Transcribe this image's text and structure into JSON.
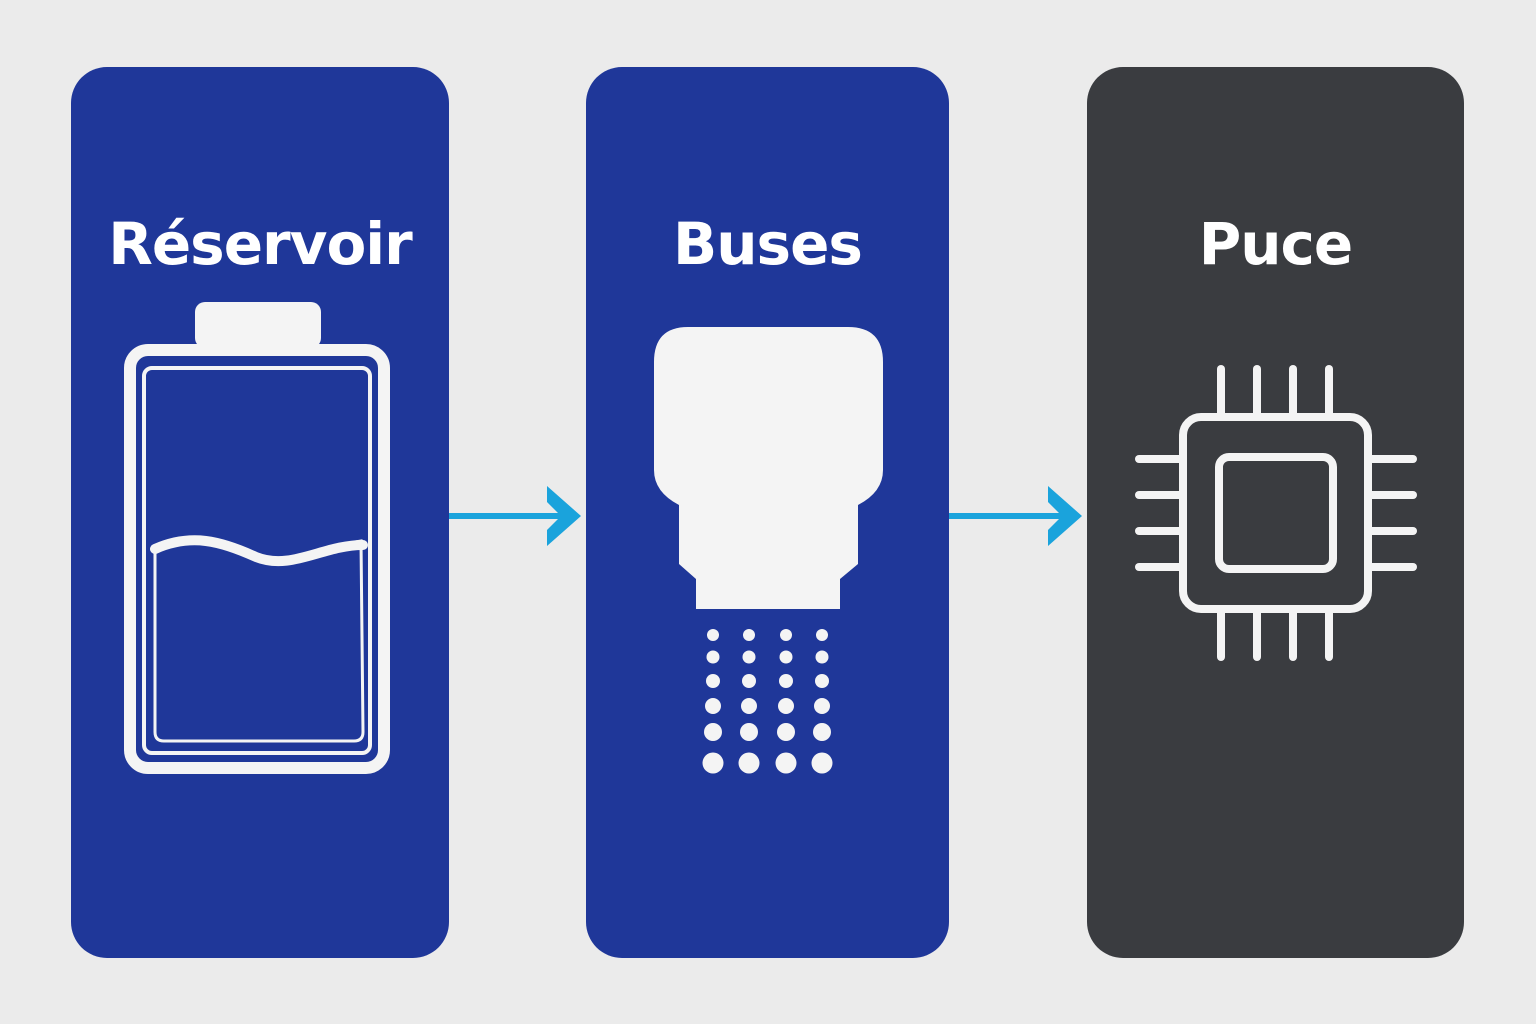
{
  "colors": {
    "background": "#ebebeb",
    "panel_blue": "#1f3799",
    "panel_dark": "#3a3c40",
    "icon_white": "#f4f4f4",
    "arrow_cyan": "#1aa3dc"
  },
  "panels": [
    {
      "title": "Réservoir",
      "icon": "battery-tank-icon"
    },
    {
      "title": "Buses",
      "icon": "nozzle-icon"
    },
    {
      "title": "Puce",
      "icon": "chip-icon"
    }
  ],
  "reservoir": {
    "fill_level_fraction": 0.5
  },
  "arrows": [
    {
      "from": "Réservoir",
      "to": "Buses"
    },
    {
      "from": "Buses",
      "to": "Puce"
    }
  ]
}
